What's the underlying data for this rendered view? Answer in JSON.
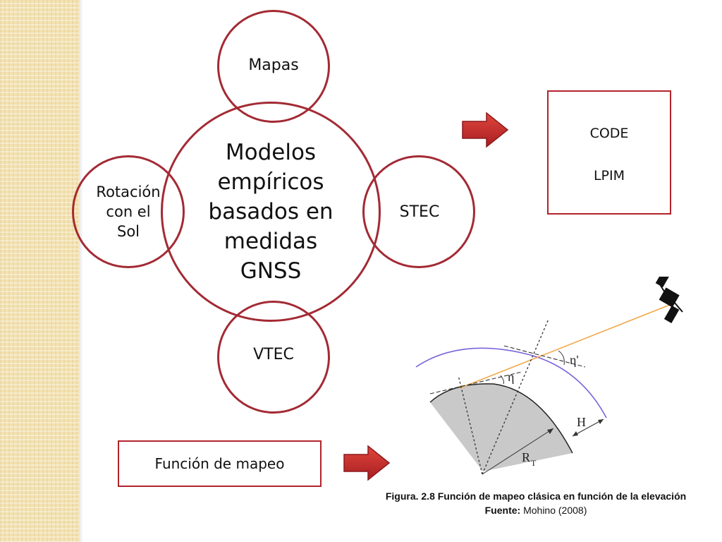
{
  "main_circle": {
    "label": "Modelos\nempíricos\nbasados en\nmedidas\nGNSS"
  },
  "satellite_circles": {
    "mapas": "Mapas",
    "stec": "STEC",
    "vtec": "VTEC",
    "rotacion": "Rotación\ncon el\nSol"
  },
  "code_box": {
    "line1": "CODE",
    "line2": "LPIM"
  },
  "function_box": {
    "label": "Función de mapeo"
  },
  "figure_labels": {
    "eta_prime": "η'",
    "eta": "η",
    "height": "H",
    "radius": "R",
    "radius_sub": "T"
  },
  "caption": {
    "title": "Figura. 2.8 Función de mapeo clásica en función de la elevación",
    "source_label": "Fuente:",
    "source_value": "Mohino (2008)"
  },
  "colors": {
    "accent": "#a32a34",
    "arrow": "#c8262b",
    "band": "#f3e2b2",
    "orbit": "#7b63d8",
    "ray": "#f2a84a"
  }
}
